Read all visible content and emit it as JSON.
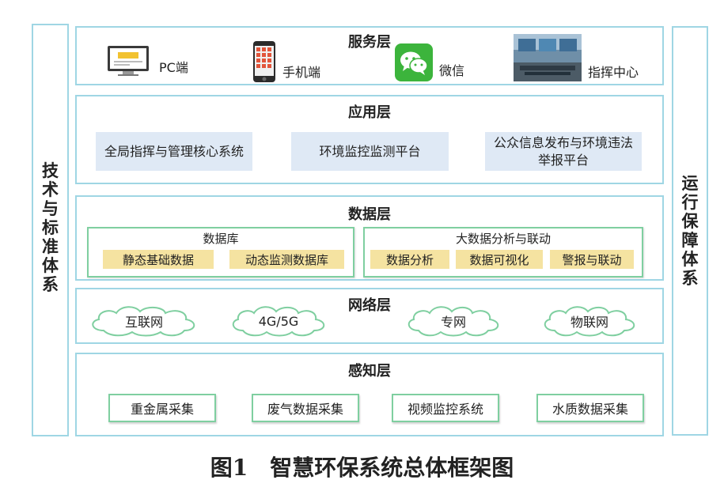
{
  "left_column": {
    "text": "技术与标准体系"
  },
  "right_column": {
    "text": "运行保障体系"
  },
  "service_layer": {
    "title": "服务层",
    "items": [
      {
        "label": "PC端"
      },
      {
        "label": "手机端"
      },
      {
        "label": "微信"
      },
      {
        "label": "指挥中心"
      }
    ]
  },
  "application_layer": {
    "title": "应用层",
    "items": [
      {
        "label": "全局指挥与管理核心系统"
      },
      {
        "label": "环境监控监测平台"
      },
      {
        "label": "公众信息发布与环境违法举报平台"
      }
    ]
  },
  "data_layer": {
    "title": "数据层",
    "database": {
      "title": "数据库",
      "items": [
        "静态基础数据",
        "动态监测数据库"
      ]
    },
    "bigdata": {
      "title": "大数据分析与联动",
      "items": [
        "数据分析",
        "数据可视化",
        "警报与联动"
      ]
    }
  },
  "network_layer": {
    "title": "网络层",
    "items": [
      "互联网",
      "4G/5G",
      "专网",
      "物联网"
    ]
  },
  "perception_layer": {
    "title": "感知层",
    "items": [
      "重金属采集",
      "废气数据采集",
      "视频监控系统",
      "水质数据采集"
    ]
  },
  "caption": "图1　智慧环保系统总体框架图",
  "colors": {
    "frame": "#9fd6e4",
    "sub_frame": "#7fcfa0",
    "app_fill": "#dfe9f5",
    "data_fill": "#f5e3a1"
  }
}
